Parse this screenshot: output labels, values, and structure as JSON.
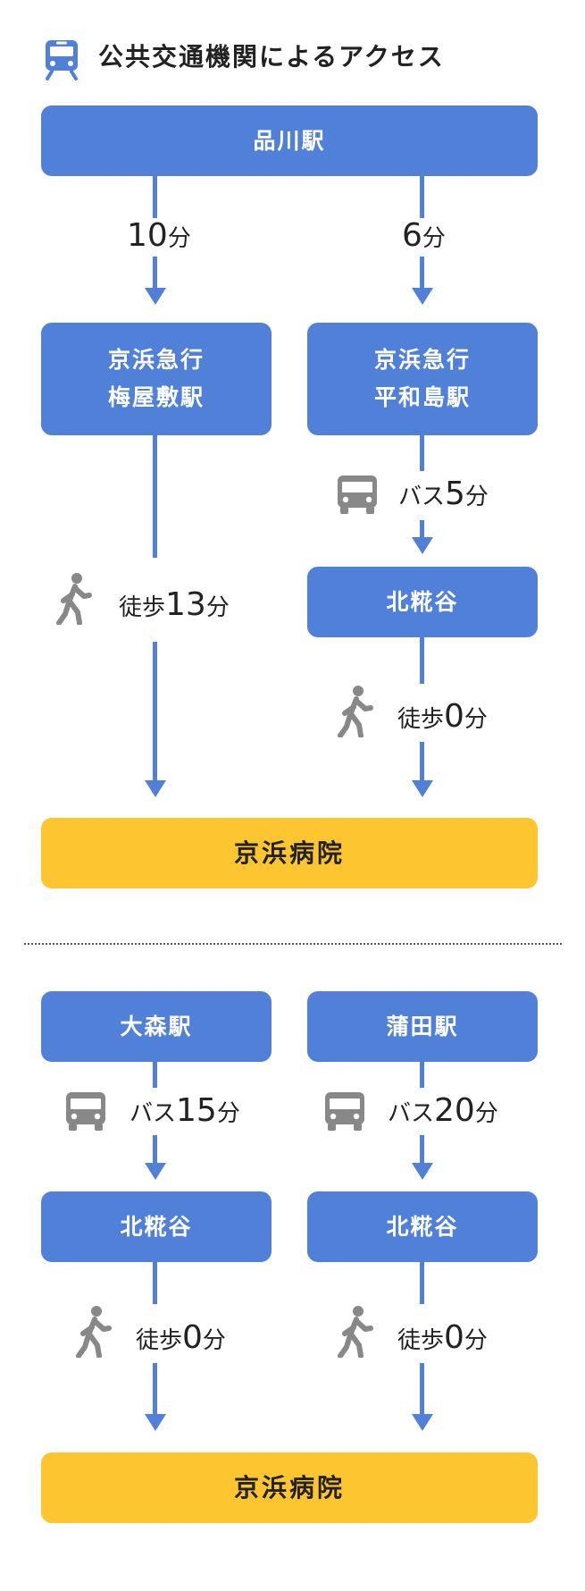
{
  "title": "公共交通機関によるアクセス",
  "section1": {
    "top_station": "品川駅",
    "left": {
      "time_num": "10",
      "time_unit": "分",
      "station_line1": "京浜急行",
      "station_line2": "梅屋敷駅",
      "walk_label": "徒歩",
      "walk_num": "13",
      "walk_unit": "分"
    },
    "right": {
      "time_num": "6",
      "time_unit": "分",
      "station_line1": "京浜急行",
      "station_line2": "平和島駅",
      "bus_label": "バス",
      "bus_num": "5",
      "bus_unit": "分",
      "stop": "北糀谷",
      "walk_label": "徒歩",
      "walk_num": "0",
      "walk_unit": "分"
    },
    "destination": "京浜病院"
  },
  "section2": {
    "left": {
      "station": "大森駅",
      "bus_label": "バス",
      "bus_num": "15",
      "bus_unit": "分",
      "stop": "北糀谷",
      "walk_label": "徒歩",
      "walk_num": "0",
      "walk_unit": "分"
    },
    "right": {
      "station": "蒲田駅",
      "bus_label": "バス",
      "bus_num": "20",
      "bus_unit": "分",
      "stop": "北糀谷",
      "walk_label": "徒歩",
      "walk_num": "0",
      "walk_unit": "分"
    },
    "destination": "京浜病院"
  },
  "colors": {
    "node": "#5080d8",
    "destination": "#fdc630",
    "icon": "#888888",
    "train_icon": "#5080d8"
  },
  "icons": {
    "header": "train-icon",
    "bus": "bus-icon",
    "walk": "walking-person-icon"
  }
}
